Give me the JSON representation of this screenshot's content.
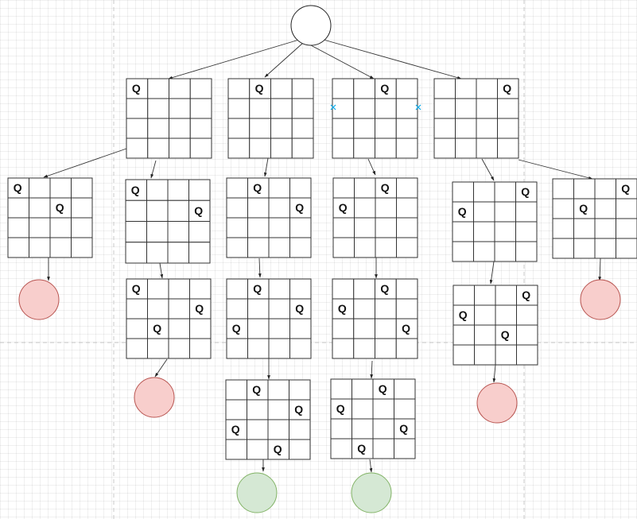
{
  "diagram": {
    "board_size": 4,
    "queen_symbol": "Q",
    "colors": {
      "dead_end": "#f8cecc",
      "dead_end_stroke": "#b85450",
      "solution": "#d5e8d4",
      "solution_stroke": "#82b366",
      "selection_marker": "#00a8e8"
    },
    "nodes": [
      {
        "id": "root",
        "kind": "start"
      },
      {
        "id": "b1",
        "queens": [
          [
            0,
            0
          ]
        ]
      },
      {
        "id": "b2",
        "queens": [
          [
            0,
            1
          ]
        ]
      },
      {
        "id": "b3",
        "queens": [
          [
            0,
            2
          ]
        ]
      },
      {
        "id": "b4",
        "queens": [
          [
            0,
            3
          ]
        ]
      },
      {
        "id": "b1a",
        "queens": [
          [
            0,
            0
          ],
          [
            1,
            2
          ]
        ]
      },
      {
        "id": "b1b",
        "queens": [
          [
            0,
            0
          ],
          [
            1,
            3
          ]
        ]
      },
      {
        "id": "b2a",
        "queens": [
          [
            0,
            1
          ],
          [
            1,
            3
          ]
        ]
      },
      {
        "id": "b3a",
        "queens": [
          [
            0,
            2
          ],
          [
            1,
            0
          ]
        ]
      },
      {
        "id": "b4a",
        "queens": [
          [
            0,
            3
          ],
          [
            1,
            0
          ]
        ]
      },
      {
        "id": "b4b",
        "queens": [
          [
            0,
            3
          ],
          [
            1,
            1
          ]
        ]
      },
      {
        "id": "b1b1",
        "queens": [
          [
            0,
            0
          ],
          [
            1,
            3
          ],
          [
            2,
            1
          ]
        ]
      },
      {
        "id": "b2a1",
        "queens": [
          [
            0,
            1
          ],
          [
            1,
            3
          ],
          [
            2,
            0
          ]
        ]
      },
      {
        "id": "b3a1",
        "queens": [
          [
            0,
            2
          ],
          [
            1,
            0
          ],
          [
            2,
            3
          ]
        ]
      },
      {
        "id": "b4a1",
        "queens": [
          [
            0,
            3
          ],
          [
            1,
            0
          ],
          [
            2,
            2
          ]
        ]
      },
      {
        "id": "b2a1a",
        "queens": [
          [
            0,
            1
          ],
          [
            1,
            3
          ],
          [
            2,
            0
          ],
          [
            3,
            2
          ]
        ]
      },
      {
        "id": "b3a1a",
        "queens": [
          [
            0,
            2
          ],
          [
            1,
            0
          ],
          [
            2,
            3
          ],
          [
            3,
            1
          ]
        ]
      },
      {
        "id": "d1",
        "kind": "dead_end"
      },
      {
        "id": "d2",
        "kind": "dead_end"
      },
      {
        "id": "d3",
        "kind": "dead_end"
      },
      {
        "id": "d4",
        "kind": "dead_end"
      },
      {
        "id": "s1",
        "kind": "solution"
      },
      {
        "id": "s2",
        "kind": "solution"
      }
    ],
    "edges": [
      [
        "root",
        "b1"
      ],
      [
        "root",
        "b2"
      ],
      [
        "root",
        "b3"
      ],
      [
        "root",
        "b4"
      ],
      [
        "b1",
        "b1a"
      ],
      [
        "b1",
        "b1b"
      ],
      [
        "b2",
        "b2a"
      ],
      [
        "b3",
        "b3a"
      ],
      [
        "b4",
        "b4a"
      ],
      [
        "b4",
        "b4b"
      ],
      [
        "b1a",
        "d1"
      ],
      [
        "b1b",
        "b1b1"
      ],
      [
        "b1b1",
        "d2"
      ],
      [
        "b2a",
        "b2a1"
      ],
      [
        "b2a1",
        "b2a1a"
      ],
      [
        "b2a1a",
        "s1"
      ],
      [
        "b3a",
        "b3a1"
      ],
      [
        "b3a1",
        "b3a1a"
      ],
      [
        "b3a1a",
        "s2"
      ],
      [
        "b4a",
        "b4a1"
      ],
      [
        "b4a1",
        "d3"
      ],
      [
        "b4b",
        "d4"
      ]
    ],
    "selected_node": "b3"
  }
}
